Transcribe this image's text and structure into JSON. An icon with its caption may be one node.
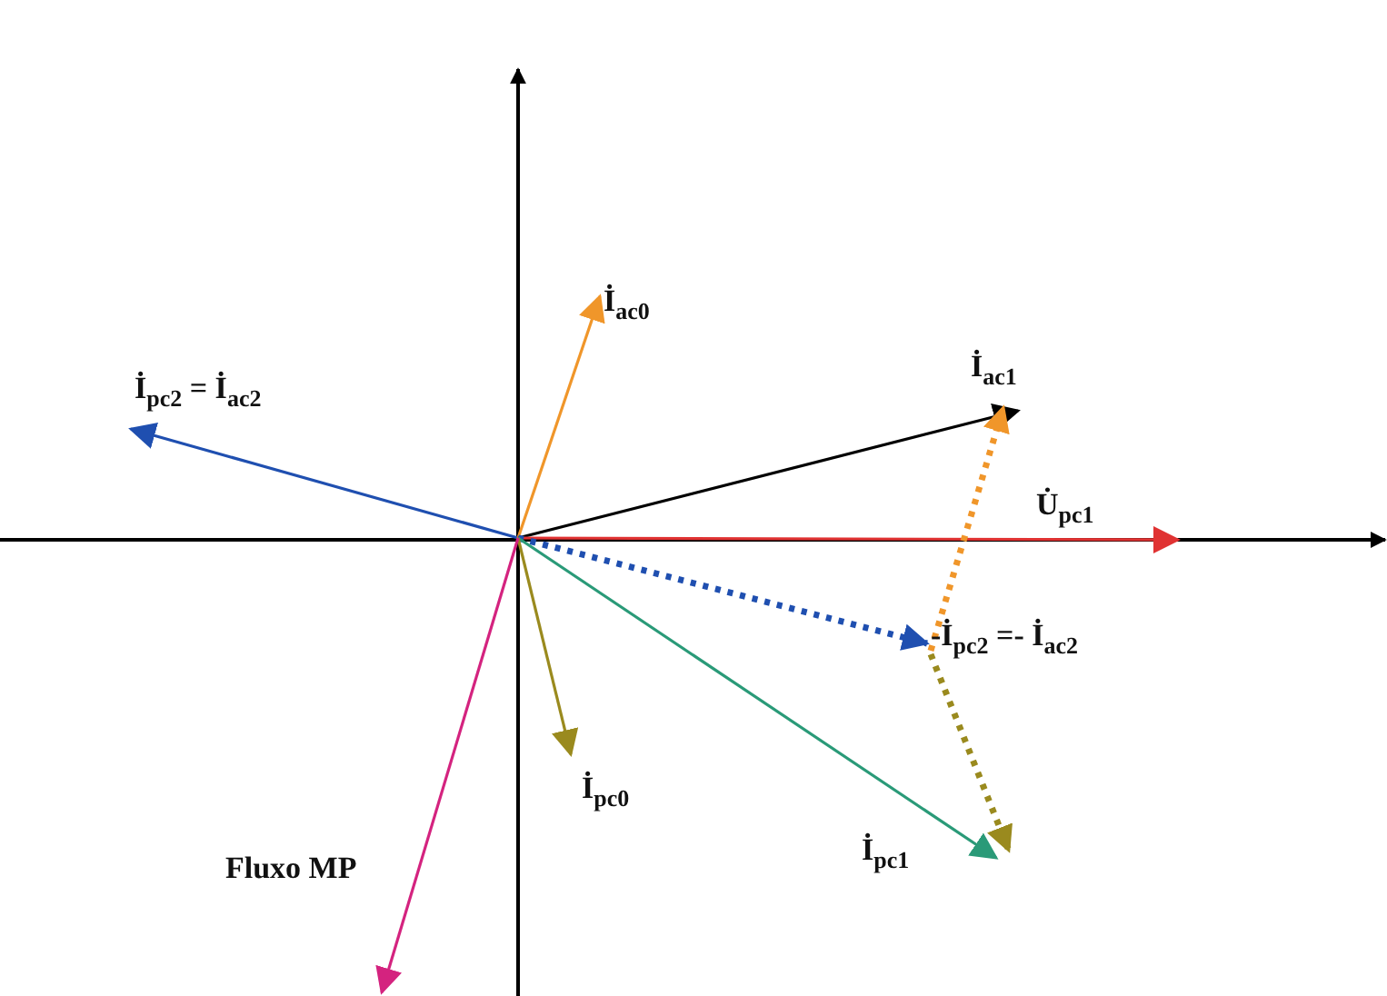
{
  "diagram": {
    "labels": [
      "İ$_{pc2}$ = İ$_{ac2}$",
      "İ$_{ac0}$",
      "İ$_{ac1}$",
      "U̇$_{pc1}$",
      "-İ$_{pc2}$ =- İ$_{ac2}$",
      "İ$_{pc0}$",
      "İ$_{pc1}$",
      "Fluxo MP"
    ]
  }
}
